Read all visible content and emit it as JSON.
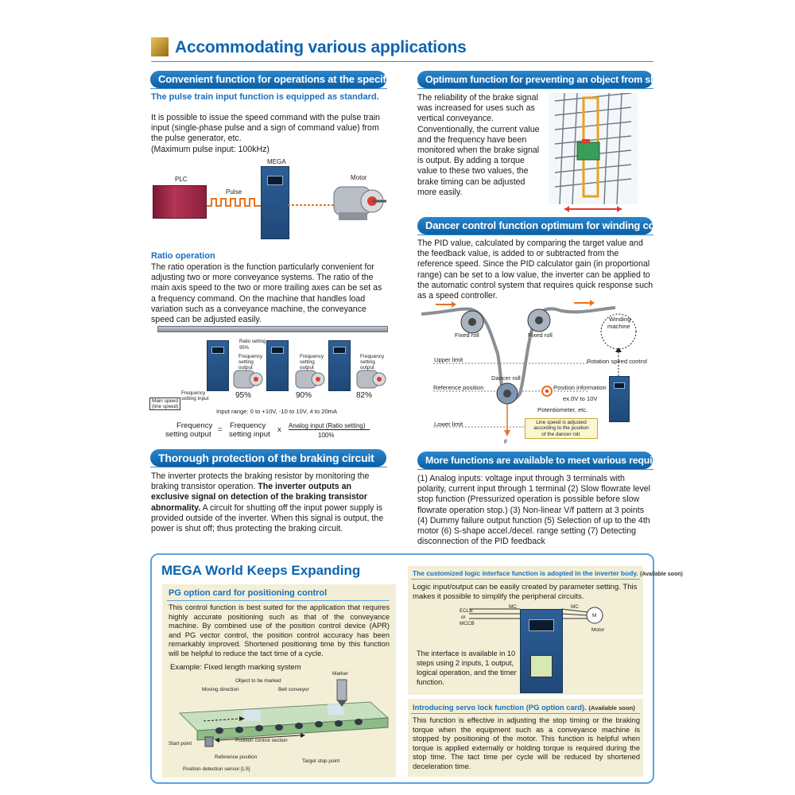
{
  "page": {
    "title": "Accommodating various applications"
  },
  "left": {
    "pulse": {
      "pill": "Convenient function for operations at the specified speed",
      "subhead": "The pulse train input function is equipped as standard.",
      "body": "It is possible to issue the speed command with the pulse train input (single-phase pulse and a sign of command value) from the pulse generator, etc.",
      "max": "(Maximum pulse input: 100kHz)",
      "labels": {
        "plc": "PLC",
        "pulse": "Pulse",
        "mega": "MEGA",
        "motor": "Motor"
      }
    },
    "ratio": {
      "heading": "Ratio operation",
      "body": "The ratio operation is the function particularly convenient for adjusting two or more conveyance systems. The ratio of the main axis speed to the two or more trailing axes can be set as a frequency command. On the machine that handles load variation such as a conveyance machine, the conveyance speed can be adjusted easily.",
      "labels": {
        "ratio_setting": "Ratio setting",
        "ratio_pct": "95%",
        "freq_out_1": "Frequency",
        "freq_out_2": "setting",
        "freq_out_3": "output",
        "freq_in_1": "Frequency",
        "freq_in_2": "setting input",
        "main_speed_1": "Main speed",
        "main_speed_2": "(line speed)",
        "p95": "95%",
        "p90": "90%",
        "p82": "82%",
        "input_range": "Input range: 0 to +10V, -10 to 10V, 4 to 20mA"
      },
      "formula": {
        "lhs_1": "Frequency",
        "lhs_2": "setting output",
        "eq": "=",
        "mid_1": "Frequency",
        "mid_2": "setting input",
        "times": "x",
        "num": "Analog input (Ratio setting)",
        "den": "100%"
      }
    },
    "braking": {
      "pill": "Thorough protection of the braking circuit",
      "body_1": "The inverter protects the braking resistor by monitoring the braking transistor operation.",
      "body_bold": "The inverter outputs an exclusive signal on detection of the braking transistor abnormality.",
      "body_2": "A circuit for shutting off the input power supply is provided outside of the inverter. When this signal is output, the power is shut off; thus protecting the braking circuit."
    }
  },
  "right": {
    "slip": {
      "pill": "Optimum function for preventing an object from slipping down",
      "body": "The reliability of the brake signal was increased for uses such as vertical conveyance. Conventionally, the current value and the frequency have been monitored when the brake signal is output. By adding a torque value to these two values, the brake timing can be adjusted more easily."
    },
    "dancer": {
      "pill": "Dancer control function optimum for winding control",
      "body": "The PID value, calculated by comparing the target value and the feedback value, is added to or subtracted from the reference speed. Since the PID calculator gain (in proportional range) can be set to a low value, the inverter can be applied to the automatic control system that requires quick response such as a speed controller.",
      "labels": {
        "fixed_roll_1": "Fixed roll",
        "fixed_roll_2": "Fixed roll",
        "winding_1": "Winding",
        "winding_2": "machine",
        "rotation": "Rotation speed control",
        "upper": "Upper limit",
        "reference": "Reference position",
        "lower": "Lower limit",
        "dancer_roll": "Dancer roll",
        "pos_info": "Position information",
        "range": "ex.0V to 10V",
        "pot": "Potentiometer, etc.",
        "note_1": "Line speed is adjusted",
        "note_2": "according to the position",
        "note_3": "of the dancer roll.",
        "force": "F"
      }
    },
    "more": {
      "pill": "More functions are available to meet various requirements",
      "body": "(1) Analog inputs: voltage input through 3 terminals with polarity, current input through 1 terminal (2) Slow flowrate level stop function (Pressurized operation is possible before slow flowrate operation stop.) (3) Non-linear  V/f pattern at 3 points (4) Dummy failure output function (5) Selection of up to the 4th motor (6) S-shape accel./decel. range setting (7) Detecting disconnection of the PID feedback"
    }
  },
  "box": {
    "title": "MEGA World Keeps Expanding",
    "pg": {
      "heading": "PG option card for positioning control",
      "body": "This control function is best suited for the application that requires highly accurate positioning such as that of the conveyance machine. By combined use of the position control device (APR) and PG vector control, the position control accuracy has been remarkably improved. Shortened positioning time by this function will be helpful to reduce the tact time of a cycle.",
      "example": "Example: Fixed length marking system",
      "labels": {
        "marker": "Marker",
        "object": "Object to be marked",
        "moving": "Moving direction",
        "belt": "Belt conveyor",
        "start": "Start point",
        "section": "Position control section",
        "reference": "Reference position",
        "target": "Target stop point",
        "sensor": "Position detection sensor [LS]"
      }
    },
    "logic": {
      "heading": "The customized logic interface function is adopted in the inverter body.",
      "heading_note": "(Available soon)",
      "body": "Logic input/output can be easily created by parameter setting. This makes it possible to simplify the peripheral circuits.",
      "interface": "The interface is available in 10 steps using 2 inputs, 1 output, logical operation, and the timer function.",
      "labels": {
        "eclb": "ECLB",
        "or": "or",
        "mccb": "MCCB",
        "mc1": "MC",
        "mc2": "MC",
        "m": "M",
        "motor": "Motor"
      }
    },
    "servo": {
      "heading": "Introducing servo lock function (PG option card).",
      "heading_note": "(Available soon)",
      "body": "This function is effective in adjusting the stop timing or the braking torque when the equipment such as a conveyance machine is stopped by positioning of the motor. This function is helpful when torque is applied externally or holding torque is required during the stop time. The tact time per cycle will be reduced by shortened deceleration time."
    }
  },
  "colors": {
    "accent_blue": "#0b5fa5",
    "heading_blue": "#1a6fbe",
    "box_bg": "#f3efd6",
    "gold": "#c89a2a",
    "highlight_orange": "#e8731c"
  }
}
